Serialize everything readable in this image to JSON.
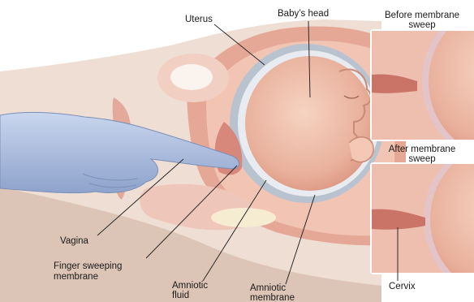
{
  "labels": {
    "uterus": "Uterus",
    "babys_head": "Baby’s head",
    "before_line1": "Before membrane",
    "before_line2": "sweep",
    "after_line1": "After membrane",
    "after_line2": "sweep",
    "vagina": "Vagina",
    "finger_line1": "Finger sweeping",
    "finger_line2": "membrane",
    "fluid_line1": "Amniotic",
    "fluid_line2": "fluid",
    "membrane_line1": "Amniotic",
    "membrane_line2": "membrane",
    "cervix": "Cervix"
  }
}
